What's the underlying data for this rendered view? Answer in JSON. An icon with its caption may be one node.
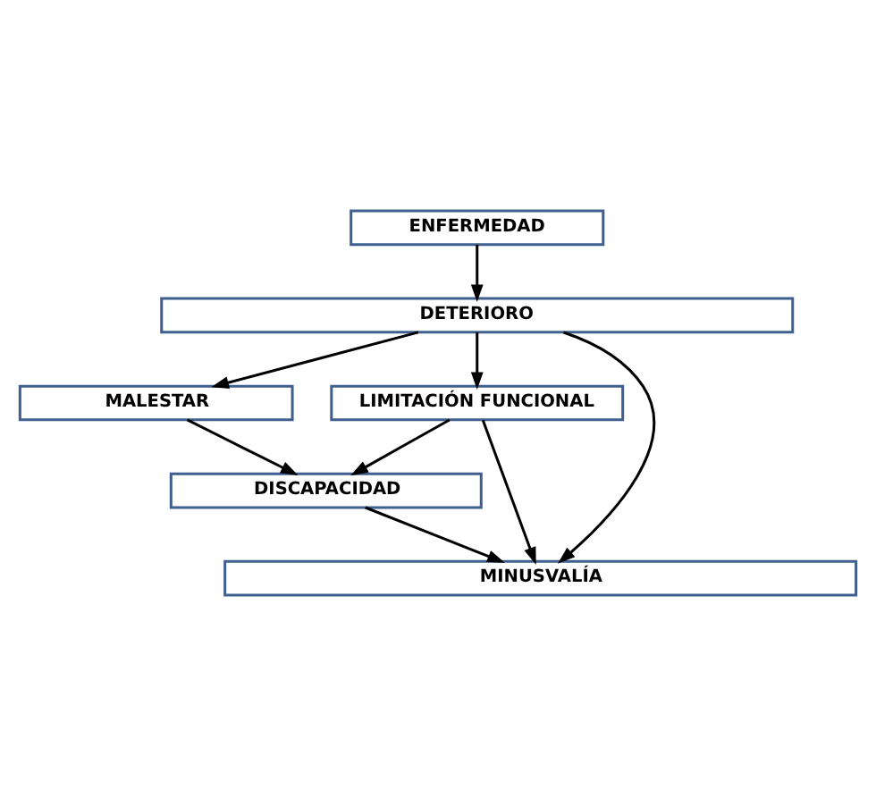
{
  "diagram": {
    "nodes": [
      {
        "text": [
          "ENFERMEDAD"
        ]
      },
      {
        "text": [
          "DETERIORO"
        ]
      },
      {
        "text": [
          "MALESTAR"
        ]
      },
      {
        "text": [
          "LIMITACIÓN FUNCIONAL"
        ]
      },
      {
        "text": [
          "DISCAPACIDAD"
        ]
      },
      {
        "text": [
          "MINUSVALÍA"
        ]
      }
    ],
    "edges": [
      {
        "from": 0,
        "to": 1,
        "arrow": "to"
      },
      {
        "from": 1,
        "to": 5,
        "arrow": "to"
      },
      {
        "from": 1,
        "to": 2,
        "arrow": "to"
      },
      {
        "from": 1,
        "to": 3,
        "arrow": "to"
      },
      {
        "from": 2,
        "to": 4,
        "arrow": "to"
      },
      {
        "from": 3,
        "to": 4,
        "arrow": "to"
      },
      {
        "from": 4,
        "to": 5,
        "arrow": "to"
      },
      {
        "from": 3,
        "to": 5,
        "arrow": "to"
      }
    ]
  }
}
